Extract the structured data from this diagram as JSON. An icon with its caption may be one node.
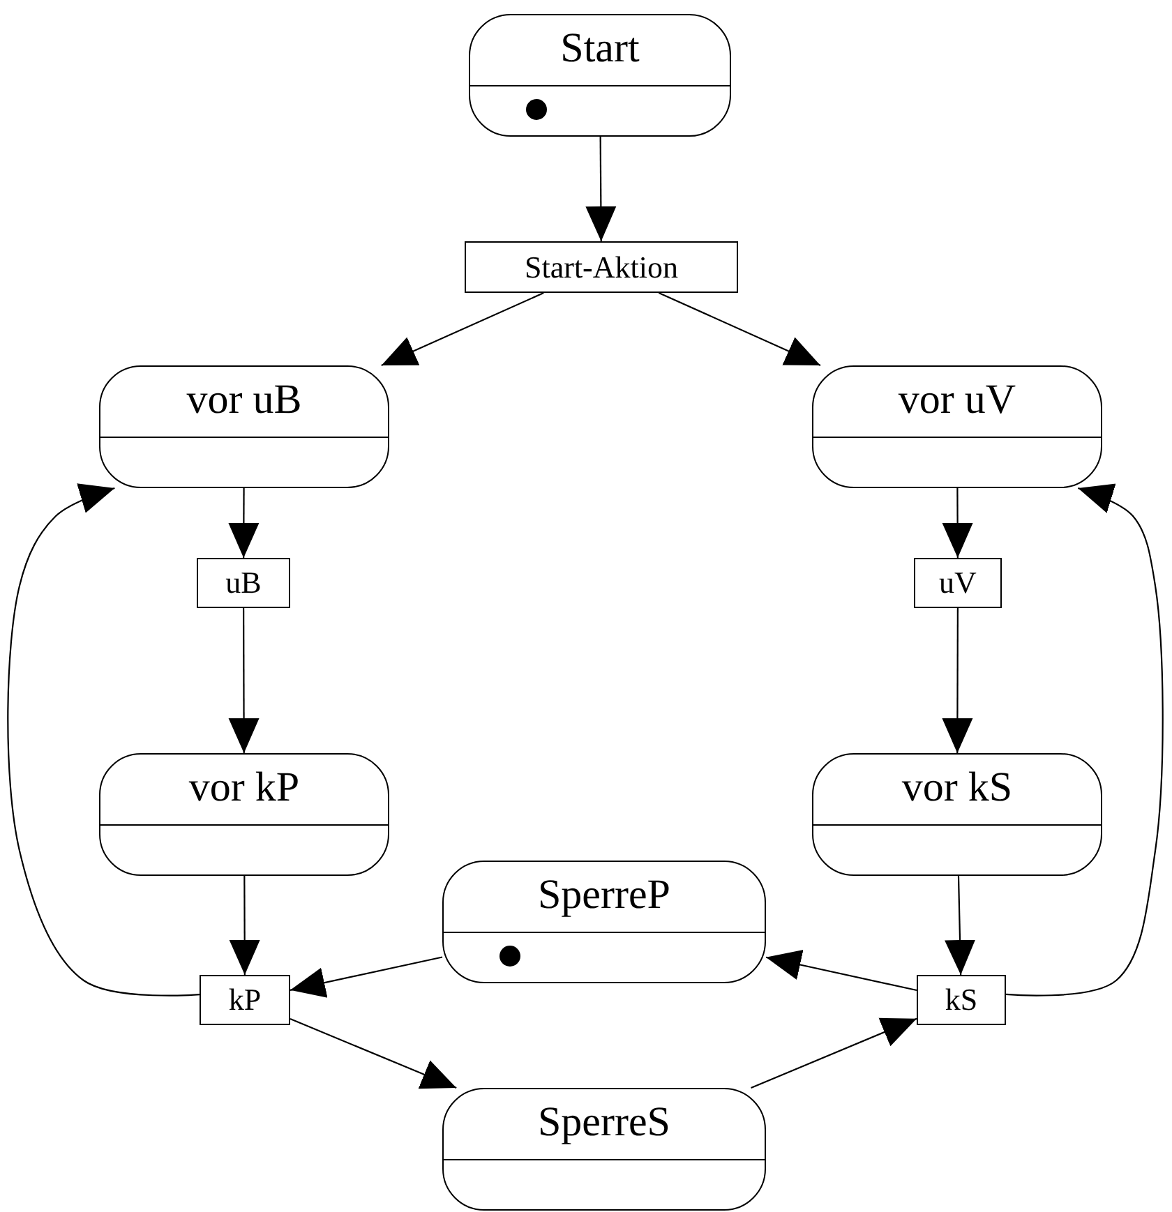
{
  "diagram": {
    "nodes": [
      {
        "text": [
          "Start"
        ]
      },
      {
        "text": [
          "Start-Aktion"
        ]
      },
      {
        "text": [
          "vor uB"
        ]
      },
      {
        "text": [
          "vor uV"
        ]
      },
      {
        "text": [
          "uB"
        ]
      },
      {
        "text": [
          "uV"
        ]
      },
      {
        "text": [
          "vor kP"
        ]
      },
      {
        "text": [
          "vor kS"
        ]
      },
      {
        "text": [
          "SperreP"
        ]
      },
      {
        "text": [
          "kP"
        ]
      },
      {
        "text": [
          "kS"
        ]
      },
      {
        "text": [
          "SperreS"
        ]
      }
    ],
    "edges": [
      {
        "from": 0,
        "to": 1,
        "arrow": "to"
      },
      {
        "from": 1,
        "to": 2,
        "arrow": "to"
      },
      {
        "from": 1,
        "to": 3,
        "arrow": "to"
      },
      {
        "from": 2,
        "to": 4,
        "arrow": "to"
      },
      {
        "from": 4,
        "to": 6,
        "arrow": "to"
      },
      {
        "from": 6,
        "to": 9,
        "arrow": "to"
      },
      {
        "from": 9,
        "to": 2,
        "arrow": "to"
      },
      {
        "from": 9,
        "to": 11,
        "arrow": "to"
      },
      {
        "from": 8,
        "to": 9,
        "arrow": "to"
      },
      {
        "from": 3,
        "to": 5,
        "arrow": "to"
      },
      {
        "from": 5,
        "to": 7,
        "arrow": "to"
      },
      {
        "from": 7,
        "to": 10,
        "arrow": "to"
      },
      {
        "from": 10,
        "to": 8,
        "arrow": "to"
      },
      {
        "from": 11,
        "to": 10,
        "arrow": "to"
      },
      {
        "from": 10,
        "to": 3,
        "arrow": "to"
      }
    ]
  }
}
